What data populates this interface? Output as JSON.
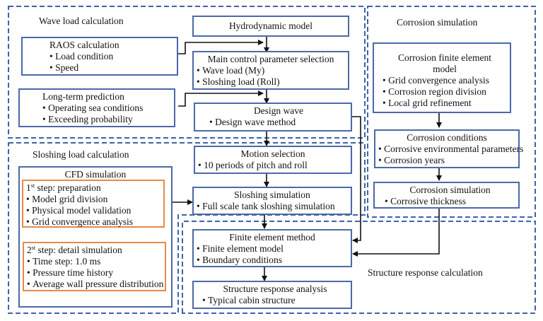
{
  "diagram": {
    "colors": {
      "region_border": "#3f63a8",
      "box_border": "#4a6aa8",
      "cfd_step_border": "#e8894a",
      "arrow": "#111111"
    },
    "regions": {
      "wave": "Wave load calculation",
      "corrosion": "Corrosion simulation",
      "sloshing": "Sloshing load calculation",
      "structure": "Structure response calculation"
    },
    "boxes": {
      "raos": {
        "title": "RAOS calculation",
        "items": [
          "Load condition",
          "Speed"
        ]
      },
      "long_term": {
        "title": "Long-term prediction",
        "items": [
          "Operating sea conditions",
          "Exceeding probability"
        ]
      },
      "hydrodynamic": {
        "title": "Hydrodynamic model"
      },
      "main_control": {
        "title": "Main control parameter selection",
        "items": [
          "Wave load (My)",
          "Sloshing load (Roll)"
        ]
      },
      "design_wave": {
        "title": "Design wave",
        "items": [
          "Design wave method"
        ]
      },
      "corrosion_fem": {
        "title": "Corrosion finite element model",
        "items": [
          "Grid convergence analysis",
          "Corrosion region division",
          "Local grid refinement"
        ]
      },
      "corrosion_conditions": {
        "title": "Corrosion conditions",
        "items": [
          "Corrosive environmental parameters",
          "Corrosion years"
        ]
      },
      "corrosion_sim": {
        "title": "Corrosion simulation",
        "items": [
          "Corrosive thickness"
        ]
      },
      "cfd": {
        "title": "CFD simulation"
      },
      "cfd_step1": {
        "num": "1",
        "sup": "st",
        "title": " step: preparation",
        "items": [
          "Model grid division",
          "Physical model validation",
          "Grid convergence analysis"
        ]
      },
      "cfd_step2": {
        "num": "2",
        "sup": "st",
        "title": " step: detail simulation",
        "items": [
          "Time step: 1.0 ms",
          "Pressure time history",
          "Average wall pressure distribution"
        ]
      },
      "motion": {
        "title": "Motion selection",
        "items": [
          "10 periods of pitch and roll"
        ]
      },
      "sloshing_sim": {
        "title": "Sloshing simulation",
        "items": [
          "Full scale tank sloshing simulation"
        ]
      },
      "fem": {
        "title": "Finite element method",
        "items": [
          "Finite element model",
          "Boundary conditions"
        ]
      },
      "structure_analysis": {
        "title": "Structure response analysis",
        "items": [
          "Typical cabin structure"
        ]
      }
    }
  }
}
